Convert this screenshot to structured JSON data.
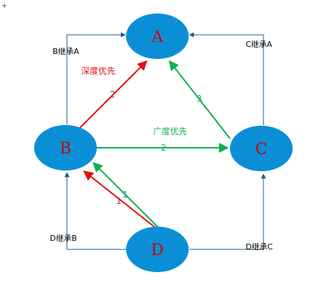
{
  "nodes": {
    "A": {
      "label": "A"
    },
    "B": {
      "label": "B"
    },
    "C": {
      "label": "C"
    },
    "D": {
      "label": "D"
    }
  },
  "inheritance": {
    "b_inherits_a": "B继承A",
    "c_inherits_a": "C继承A",
    "d_inherits_b": "D继承B",
    "d_inherits_c": "D继承C"
  },
  "edges": {
    "b_to_a": "2",
    "c_to_a": "3",
    "b_to_c": "2",
    "d_to_b_red": "1",
    "d_to_b_green": "1"
  },
  "captions": {
    "depth_first": "深度优先",
    "breadth_first": "广度优先"
  },
  "colors": {
    "node_fill": "#0a8fd6",
    "node_text": "#d00000",
    "inherit_line": "#1a5f8a",
    "depth": "#e01010",
    "breadth": "#10b050"
  }
}
